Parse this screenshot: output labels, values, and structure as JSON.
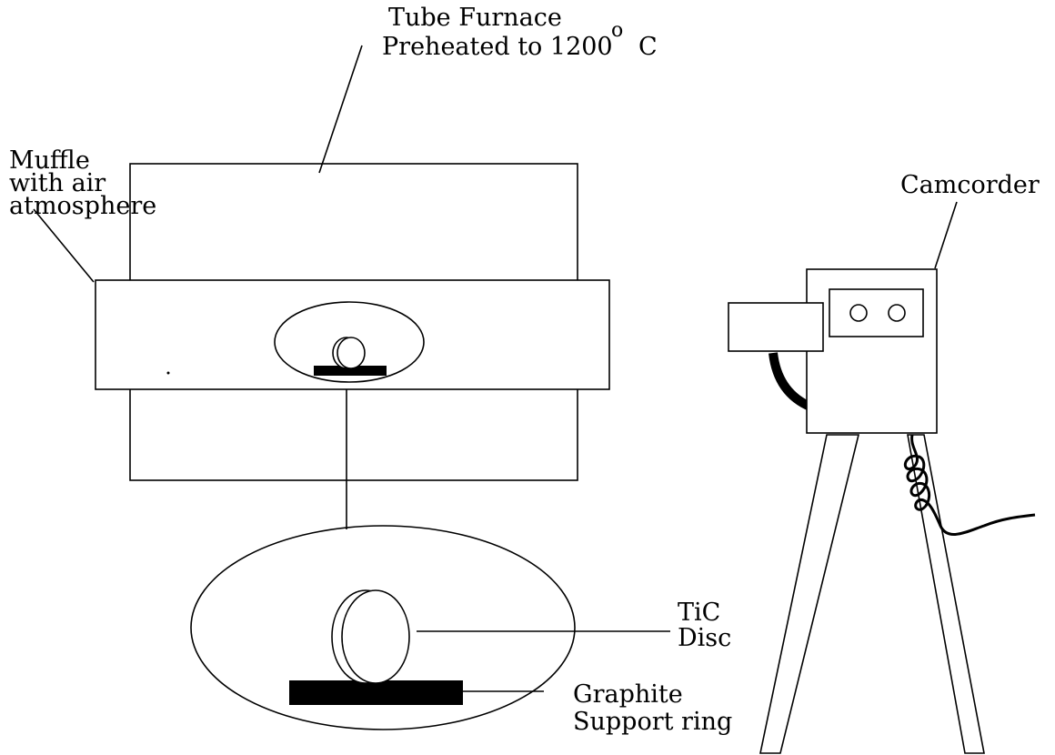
{
  "labels": {
    "furnace_line1": "Tube Furnace",
    "furnace_line2_a": "Preheated to 1200",
    "furnace_degree": "o",
    "furnace_line2_b": "C",
    "muffle_line1": "Muffle",
    "muffle_line2": "with air",
    "muffle_line3": "atmosphere",
    "camcorder": "Camcorder",
    "disc_line1": "TiC",
    "disc_line2": "Disc",
    "support_line1": "Graphite",
    "support_line2": "Support ring"
  }
}
